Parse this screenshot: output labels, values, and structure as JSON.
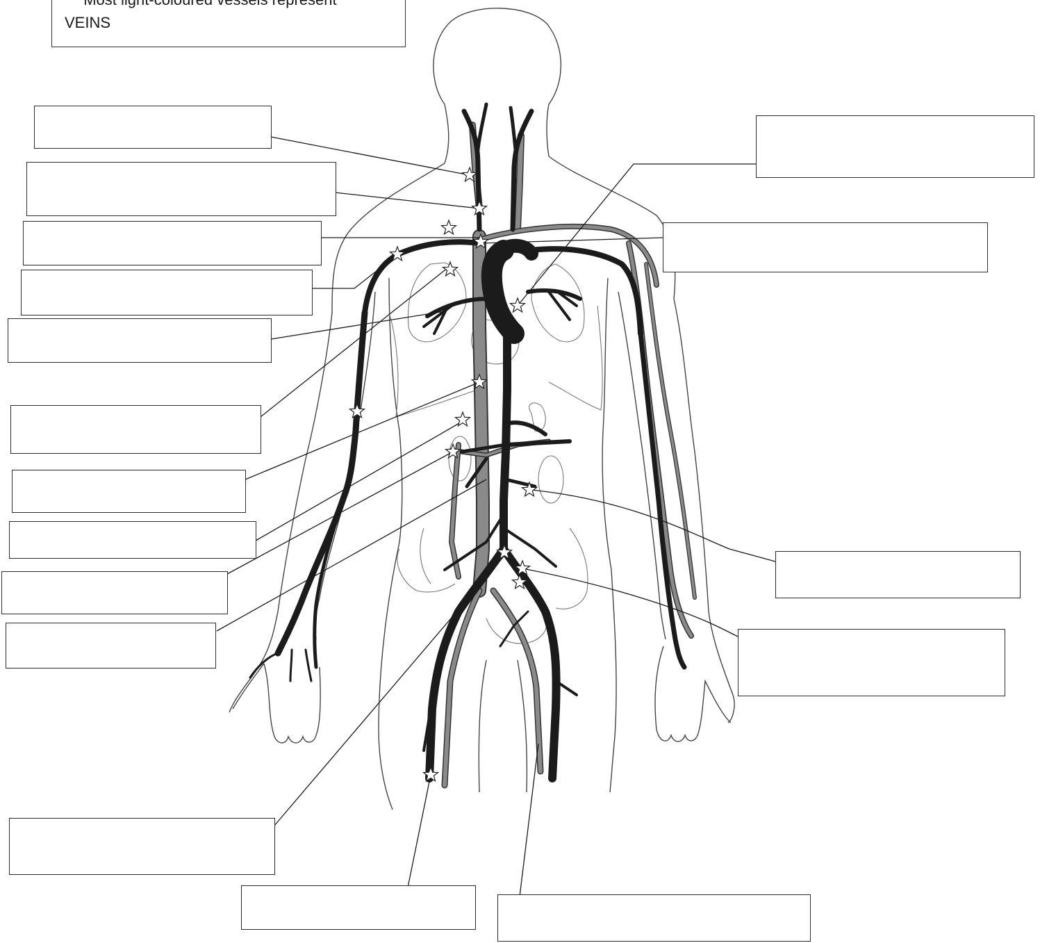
{
  "note": {
    "line1": "** Most light-coloured vessels represent",
    "line2": "VEINS"
  },
  "labels": [
    {
      "id": "label-1",
      "text": ""
    },
    {
      "id": "label-2",
      "text": ""
    },
    {
      "id": "label-3",
      "text": ""
    },
    {
      "id": "label-4",
      "text": ""
    },
    {
      "id": "label-5",
      "text": ""
    },
    {
      "id": "label-6",
      "text": ""
    },
    {
      "id": "label-7",
      "text": ""
    },
    {
      "id": "label-8",
      "text": ""
    },
    {
      "id": "label-9",
      "text": ""
    },
    {
      "id": "label-10",
      "text": ""
    },
    {
      "id": "label-11",
      "text": ""
    },
    {
      "id": "label-12",
      "text": ""
    },
    {
      "id": "label-13",
      "text": ""
    },
    {
      "id": "label-14",
      "text": ""
    },
    {
      "id": "label-15",
      "text": ""
    },
    {
      "id": "label-16",
      "text": ""
    },
    {
      "id": "label-17",
      "text": ""
    },
    {
      "id": "label-18",
      "text": ""
    }
  ],
  "colors": {
    "artery": "#1b1b1b",
    "vein": "#8a8a8a",
    "outline": "#444444"
  }
}
